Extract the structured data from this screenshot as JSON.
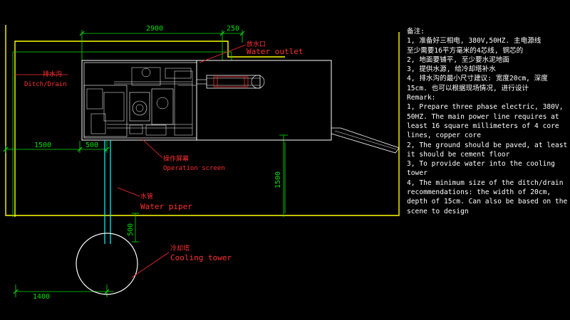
{
  "dimensions": {
    "d2900": "2900",
    "d250": "250",
    "d1500_left": "1500",
    "d500_h": "500",
    "d1500_v": "1500",
    "d500_v": "500",
    "d1400": "1400"
  },
  "callouts": {
    "water_outlet_cn": "放水口",
    "water_outlet_en": "Water outlet",
    "ditch_cn": "排水沟",
    "ditch_en": "Ditch/Drain",
    "screen_cn": "操作屏幕",
    "screen_en": "Operation screen",
    "pipe_cn": "水管",
    "pipe_en": "Water piper",
    "tower_cn": "冷却塔",
    "tower_en": "Cooling tower"
  },
  "notes": {
    "lines": [
      "备注:",
      "1, 准备好三相电, 380V,50HZ. 主电源线",
      "至少需要16平方毫米的4芯线, 铜芯的",
      "2, 地面要铺平, 至少要水泥地面",
      "3, 提供水源, 给冷却塔补水",
      "4, 排水沟的最小尺寸建议: 宽度20cm, 深度",
      "15cm. 也可以根据现场情况, 进行设计",
      "Remark:",
      "1, Prepare three phase electric, 380V,",
      "50HZ. The main power line requires at",
      "least 16 square millimeters of 4 core",
      "lines, copper core",
      "2, The ground should be paved, at least",
      "it should be cement floor",
      "3, To provide water into the cooling",
      "tower",
      "4, The minimum size of the ditch/drain",
      "recommendations: the width of 20cm,",
      "depth of 15cm. Can also be based on the",
      "scene to design"
    ]
  },
  "colors": {
    "background": "#000000",
    "ditch": "#ffff00",
    "machine": "#ffffff",
    "dimension": "#00e000",
    "annotation": "#ff3030",
    "pipe": "#00ffff"
  }
}
